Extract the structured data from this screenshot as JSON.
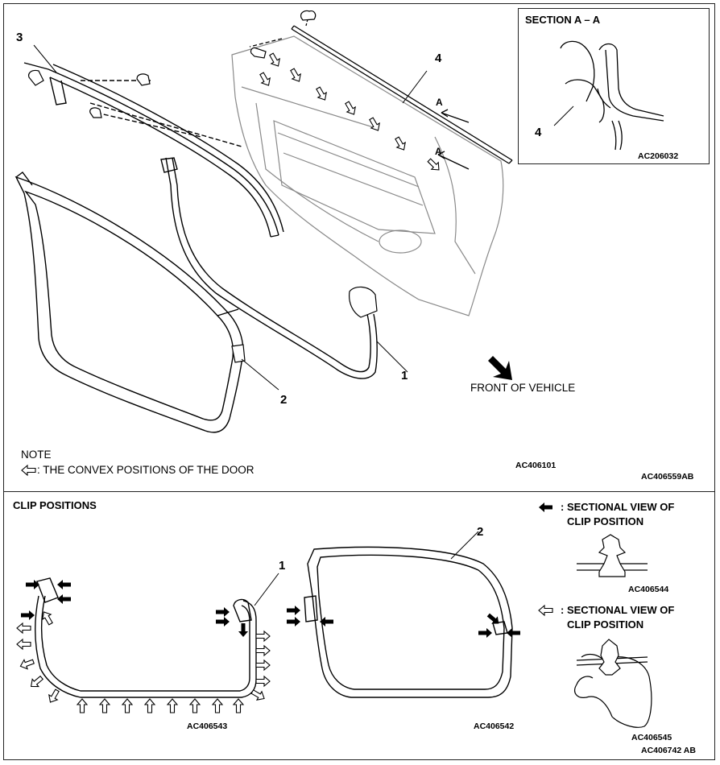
{
  "top_panel": {
    "callouts": [
      "1",
      "2",
      "3",
      "4"
    ],
    "section_title": "SECTION A – A",
    "section_callout": "4",
    "section_code": "AC206032",
    "section_marks": [
      "A",
      "A"
    ],
    "front_label": "FRONT OF VEHICLE",
    "note_title": "NOTE",
    "note_text": ": THE CONVEX POSITIONS OF THE DOOR",
    "code_main": "AC406101",
    "code_page": "AC406559AB"
  },
  "bottom_panel": {
    "title": "CLIP POSITIONS",
    "callout_1": "1",
    "callout_2": "2",
    "code_left": "AC406543",
    "code_mid": "AC406542",
    "legend_black": {
      "line1": ": SECTIONAL VIEW OF",
      "line2": "CLIP POSITION",
      "code": "AC406544"
    },
    "legend_white": {
      "line1": ": SECTIONAL VIEW OF",
      "line2": "CLIP POSITION",
      "code": "AC406545"
    },
    "code_page": "AC406742 AB"
  },
  "colors": {
    "line": "#000000",
    "faint": "#8a8a8a",
    "fill": "#ffffff"
  }
}
